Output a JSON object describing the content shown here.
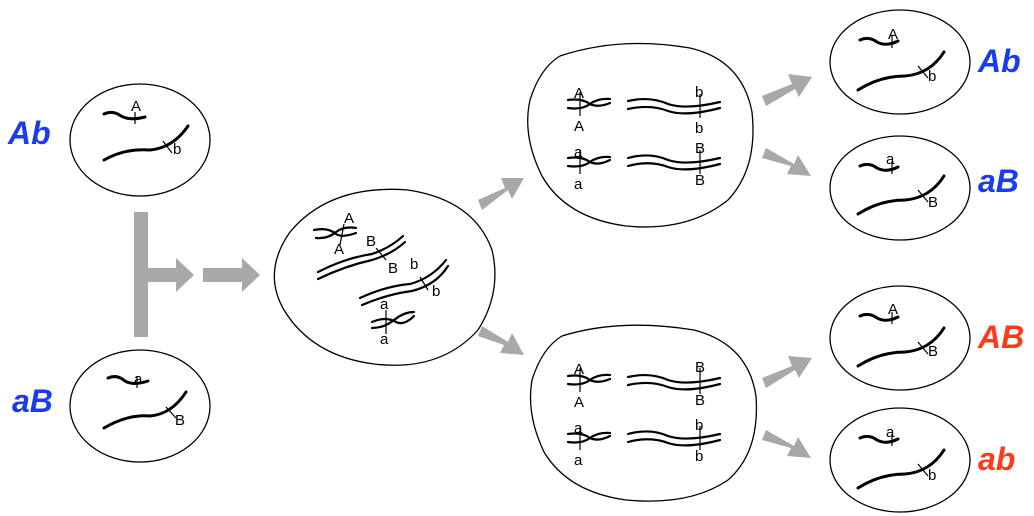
{
  "colors": {
    "blue": "#1a3cf0",
    "red": "#ff3a1a",
    "arrow": "#a8a8a8"
  },
  "parents": [
    {
      "genotype": "Ab",
      "allele1": "A",
      "allele2": "b"
    },
    {
      "genotype": "aB",
      "allele1": "a",
      "allele2": "B"
    }
  ],
  "fused_cell": {
    "pair1": [
      "A",
      "A"
    ],
    "pair2": [
      "B",
      "B"
    ],
    "pair3": [
      "b",
      "b"
    ],
    "pair4": [
      "a",
      "a"
    ]
  },
  "meiosis_top": {
    "row1_left": [
      "A",
      "A"
    ],
    "row1_right": [
      "b",
      "b"
    ],
    "row2_left": [
      "a",
      "a"
    ],
    "row2_right": [
      "B",
      "B"
    ]
  },
  "meiosis_bottom": {
    "row1_left": [
      "A",
      "A"
    ],
    "row1_right": [
      "B",
      "B"
    ],
    "row2_left": [
      "a",
      "a"
    ],
    "row2_right": [
      "b",
      "b"
    ]
  },
  "progeny": [
    {
      "genotype": "Ab",
      "allele1": "A",
      "allele2": "b",
      "color": "blue"
    },
    {
      "genotype": "aB",
      "allele1": "a",
      "allele2": "B",
      "color": "blue"
    },
    {
      "genotype": "AB",
      "allele1": "A",
      "allele2": "B",
      "color": "red"
    },
    {
      "genotype": "ab",
      "allele1": "a",
      "allele2": "b",
      "color": "red"
    }
  ]
}
